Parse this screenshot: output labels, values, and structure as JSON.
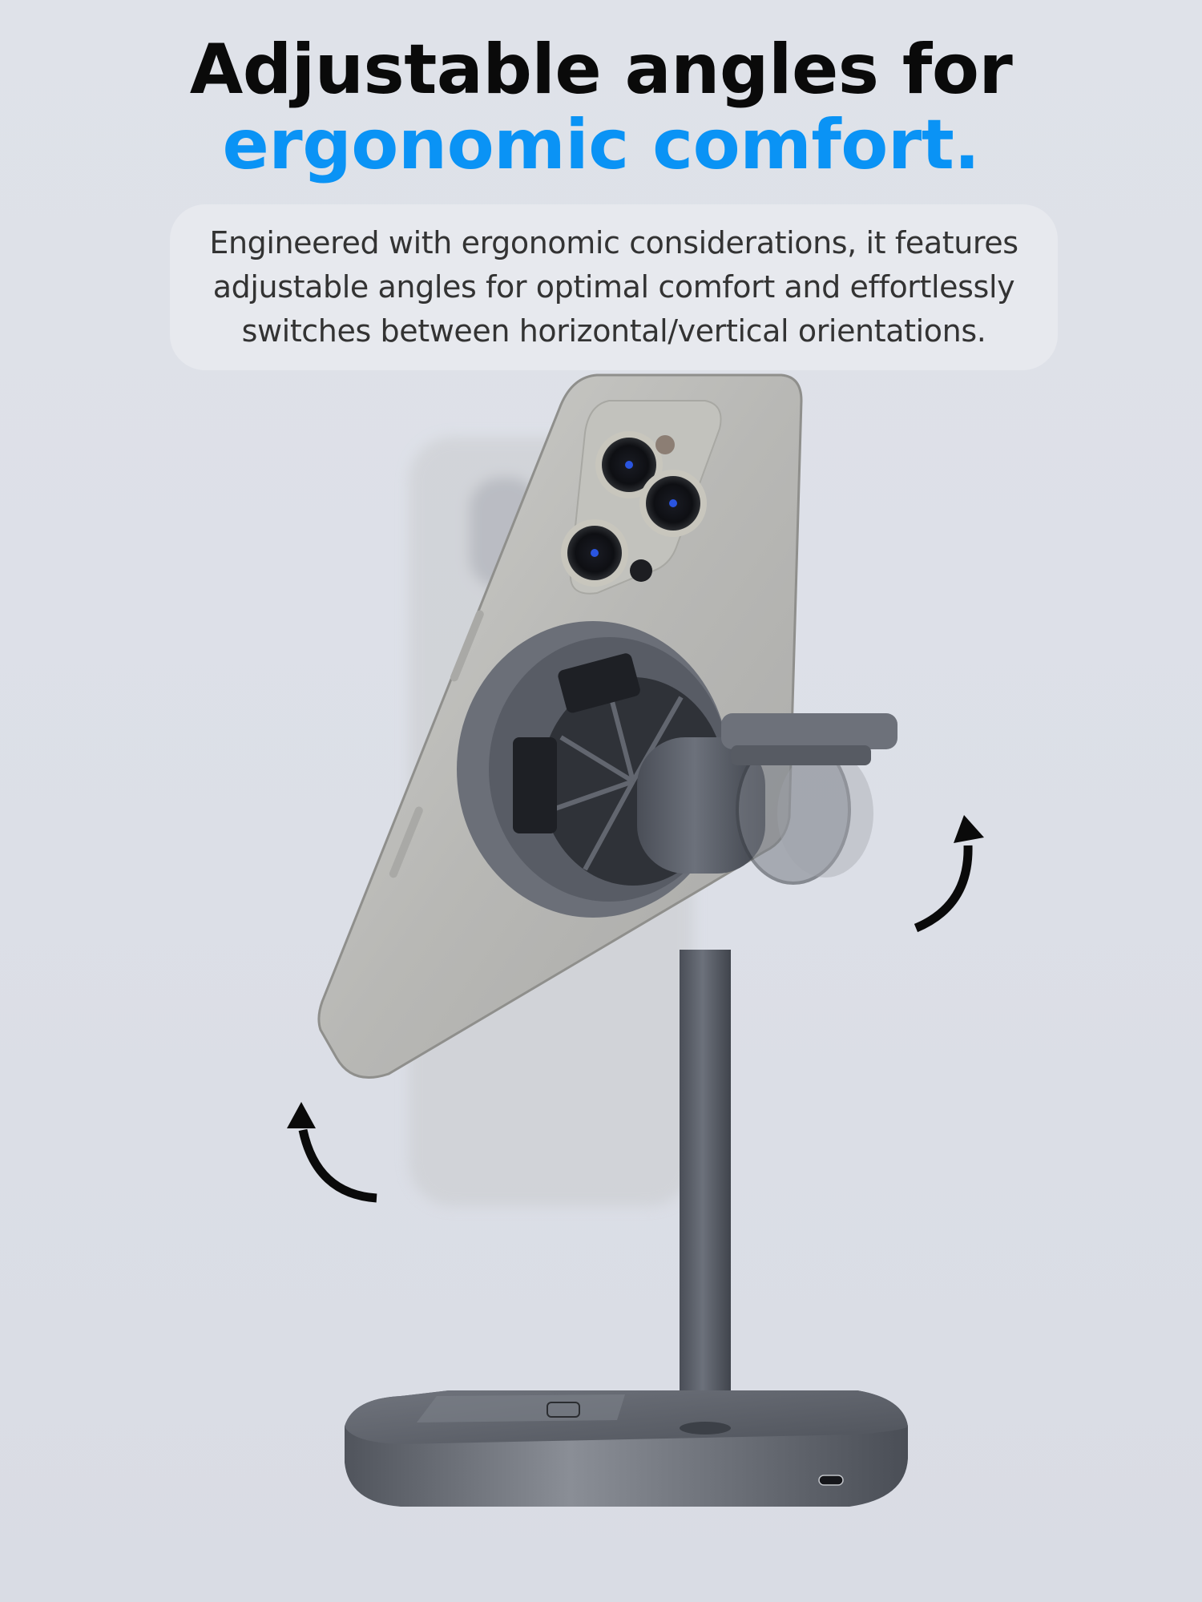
{
  "header": {
    "title_line1": "Adjustable angles for",
    "title_line2": "ergonomic comfort.",
    "accent_color": "#0a93f5",
    "title_color": "#0a0a0a"
  },
  "description": {
    "text": "Engineered with ergonomic considerations, it features adjustable angles for optimal comfort and effortlessly switches between horizontal/vertical orientations."
  },
  "product": {
    "name": "magnetic-phone-stand-with-cooling-fan",
    "colors": {
      "background": "#dcdfe7",
      "stand_metal": "#5b5f68",
      "phone_titanium": "#b9b9b6"
    }
  },
  "annotations": {
    "arrows": [
      "rotate-counterclockwise-arrow",
      "rotate-clockwise-arrow"
    ]
  }
}
